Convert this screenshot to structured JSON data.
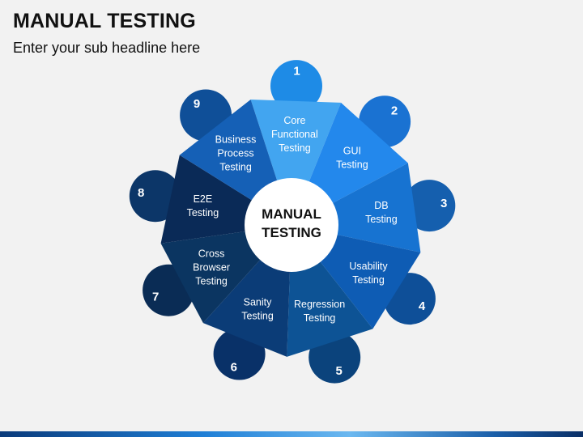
{
  "title": "MANUAL TESTING",
  "subtitle": "Enter your sub headline here",
  "center_label": [
    "MANUAL",
    "TESTING"
  ],
  "colors": {
    "background": "#f2f2f2",
    "center_circle": "#ffffff",
    "text_on_segment": "#ffffff",
    "center_text": "#111111"
  },
  "segments": [
    {
      "number": "1",
      "label": [
        "Core",
        "Functional",
        "Testing"
      ],
      "color": "#42a5f0",
      "tab_color": "#1e8be6"
    },
    {
      "number": "2",
      "label": [
        "GUI",
        "Testing"
      ],
      "color": "#2388ec",
      "tab_color": "#1a72d2"
    },
    {
      "number": "3",
      "label": [
        "DB",
        "Testing"
      ],
      "color": "#1773d1",
      "tab_color": "#155fae"
    },
    {
      "number": "4",
      "label": [
        "Usability",
        "Testing"
      ],
      "color": "#0e5cb4",
      "tab_color": "#0e4f98"
    },
    {
      "number": "5",
      "label": [
        "Regression",
        "Testing"
      ],
      "color": "#0d5395",
      "tab_color": "#0b437c"
    },
    {
      "number": "6",
      "label": [
        "Sanity",
        "Testing"
      ],
      "color": "#0b3c77",
      "tab_color": "#093168"
    },
    {
      "number": "7",
      "label": [
        "Cross",
        "Browser",
        "Testing"
      ],
      "color": "#0b3561",
      "tab_color": "#0a2c55"
    },
    {
      "number": "8",
      "label": [
        "E2E",
        "Testing"
      ],
      "color": "#0a2a57",
      "tab_color": "#0c3668"
    },
    {
      "number": "9",
      "label": [
        "Business",
        "Process",
        "Testing"
      ],
      "color": "#1560b6",
      "tab_color": "#0f4f98"
    }
  ]
}
